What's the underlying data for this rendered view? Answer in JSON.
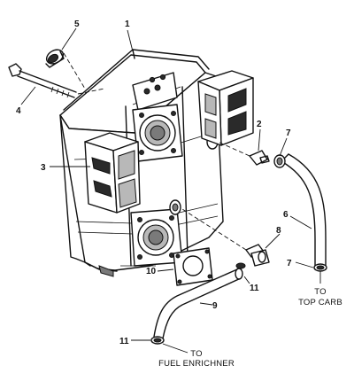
{
  "callouts": [
    {
      "id": "1",
      "label": "1"
    },
    {
      "id": "2",
      "label": "2"
    },
    {
      "id": "3",
      "label": "3"
    },
    {
      "id": "4",
      "label": "4"
    },
    {
      "id": "5",
      "label": "5"
    },
    {
      "id": "6",
      "label": "6"
    },
    {
      "id": "7a",
      "label": "7"
    },
    {
      "id": "7b",
      "label": "7"
    },
    {
      "id": "8",
      "label": "8"
    },
    {
      "id": "9",
      "label": "9"
    },
    {
      "id": "10",
      "label": "10"
    },
    {
      "id": "11a",
      "label": "11"
    },
    {
      "id": "11b",
      "label": "11"
    }
  ],
  "notes": {
    "top_carb_line1": "TO",
    "top_carb_line2": "TOP CARB",
    "fuel_enrichner_line1": "TO",
    "fuel_enrichner_line2": "FUEL ENRICHNER"
  }
}
